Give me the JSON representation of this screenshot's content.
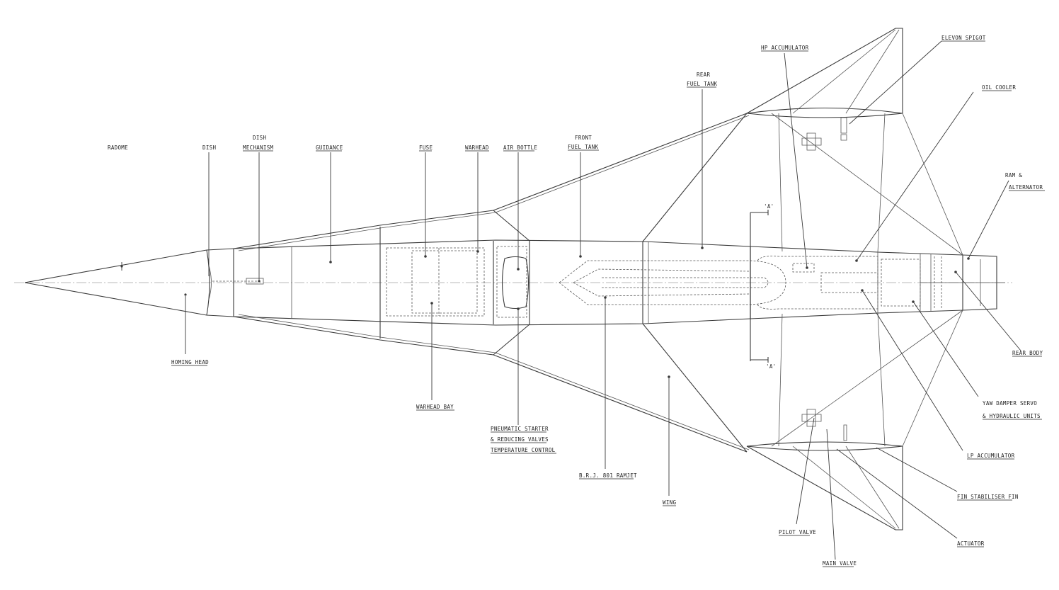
{
  "labels": {
    "radome": "RADOME",
    "dish": "DISH",
    "dish_mechanism_1": "DISH",
    "dish_mechanism_2": "MECHANISM",
    "guidance": "GUIDANCE",
    "fuse": "FUSE",
    "warhead": "WARHEAD",
    "air_bottle": "AIR BOTTLE",
    "front_fuel_tank_1": "FRONT",
    "front_fuel_tank_2": "FUEL TANK",
    "rear_fuel_tank_1": "REAR",
    "rear_fuel_tank_2": "FUEL TANK",
    "hp_accumulator": "HP ACCUMULATOR",
    "elevon_spigot": "ELEVON SPIGOT",
    "oil_cooler": "OIL COOLER",
    "ram_alternator_1": "RAM &",
    "ram_alternator_2": "ALTERNATOR",
    "rear_body": "REAR BODY",
    "yaw_damper_1": "YAW DAMPER SERVO",
    "yaw_damper_2": "& HYDRAULIC UNITS",
    "lp_accumulator": "LP ACCUMULATOR",
    "fin_stabiliser": "FIN STABILISER FIN",
    "actuator": "ACTUATOR",
    "main_valve": "MAIN VALVE",
    "pilot_valve": "PILOT VALVE",
    "wing": "WING",
    "ramjet": "B.R.J. 801 RAMJET",
    "pneumatic_1": "PNEUMATIC STARTER",
    "pneumatic_2": "& REDUCING VALVES",
    "pneumatic_3": "TEMPERATURE CONTROL",
    "warhead_bay": "WARHEAD BAY",
    "homing_head": "HOMING HEAD",
    "section_a_top": "'A'",
    "section_a_bottom": "'A'"
  }
}
